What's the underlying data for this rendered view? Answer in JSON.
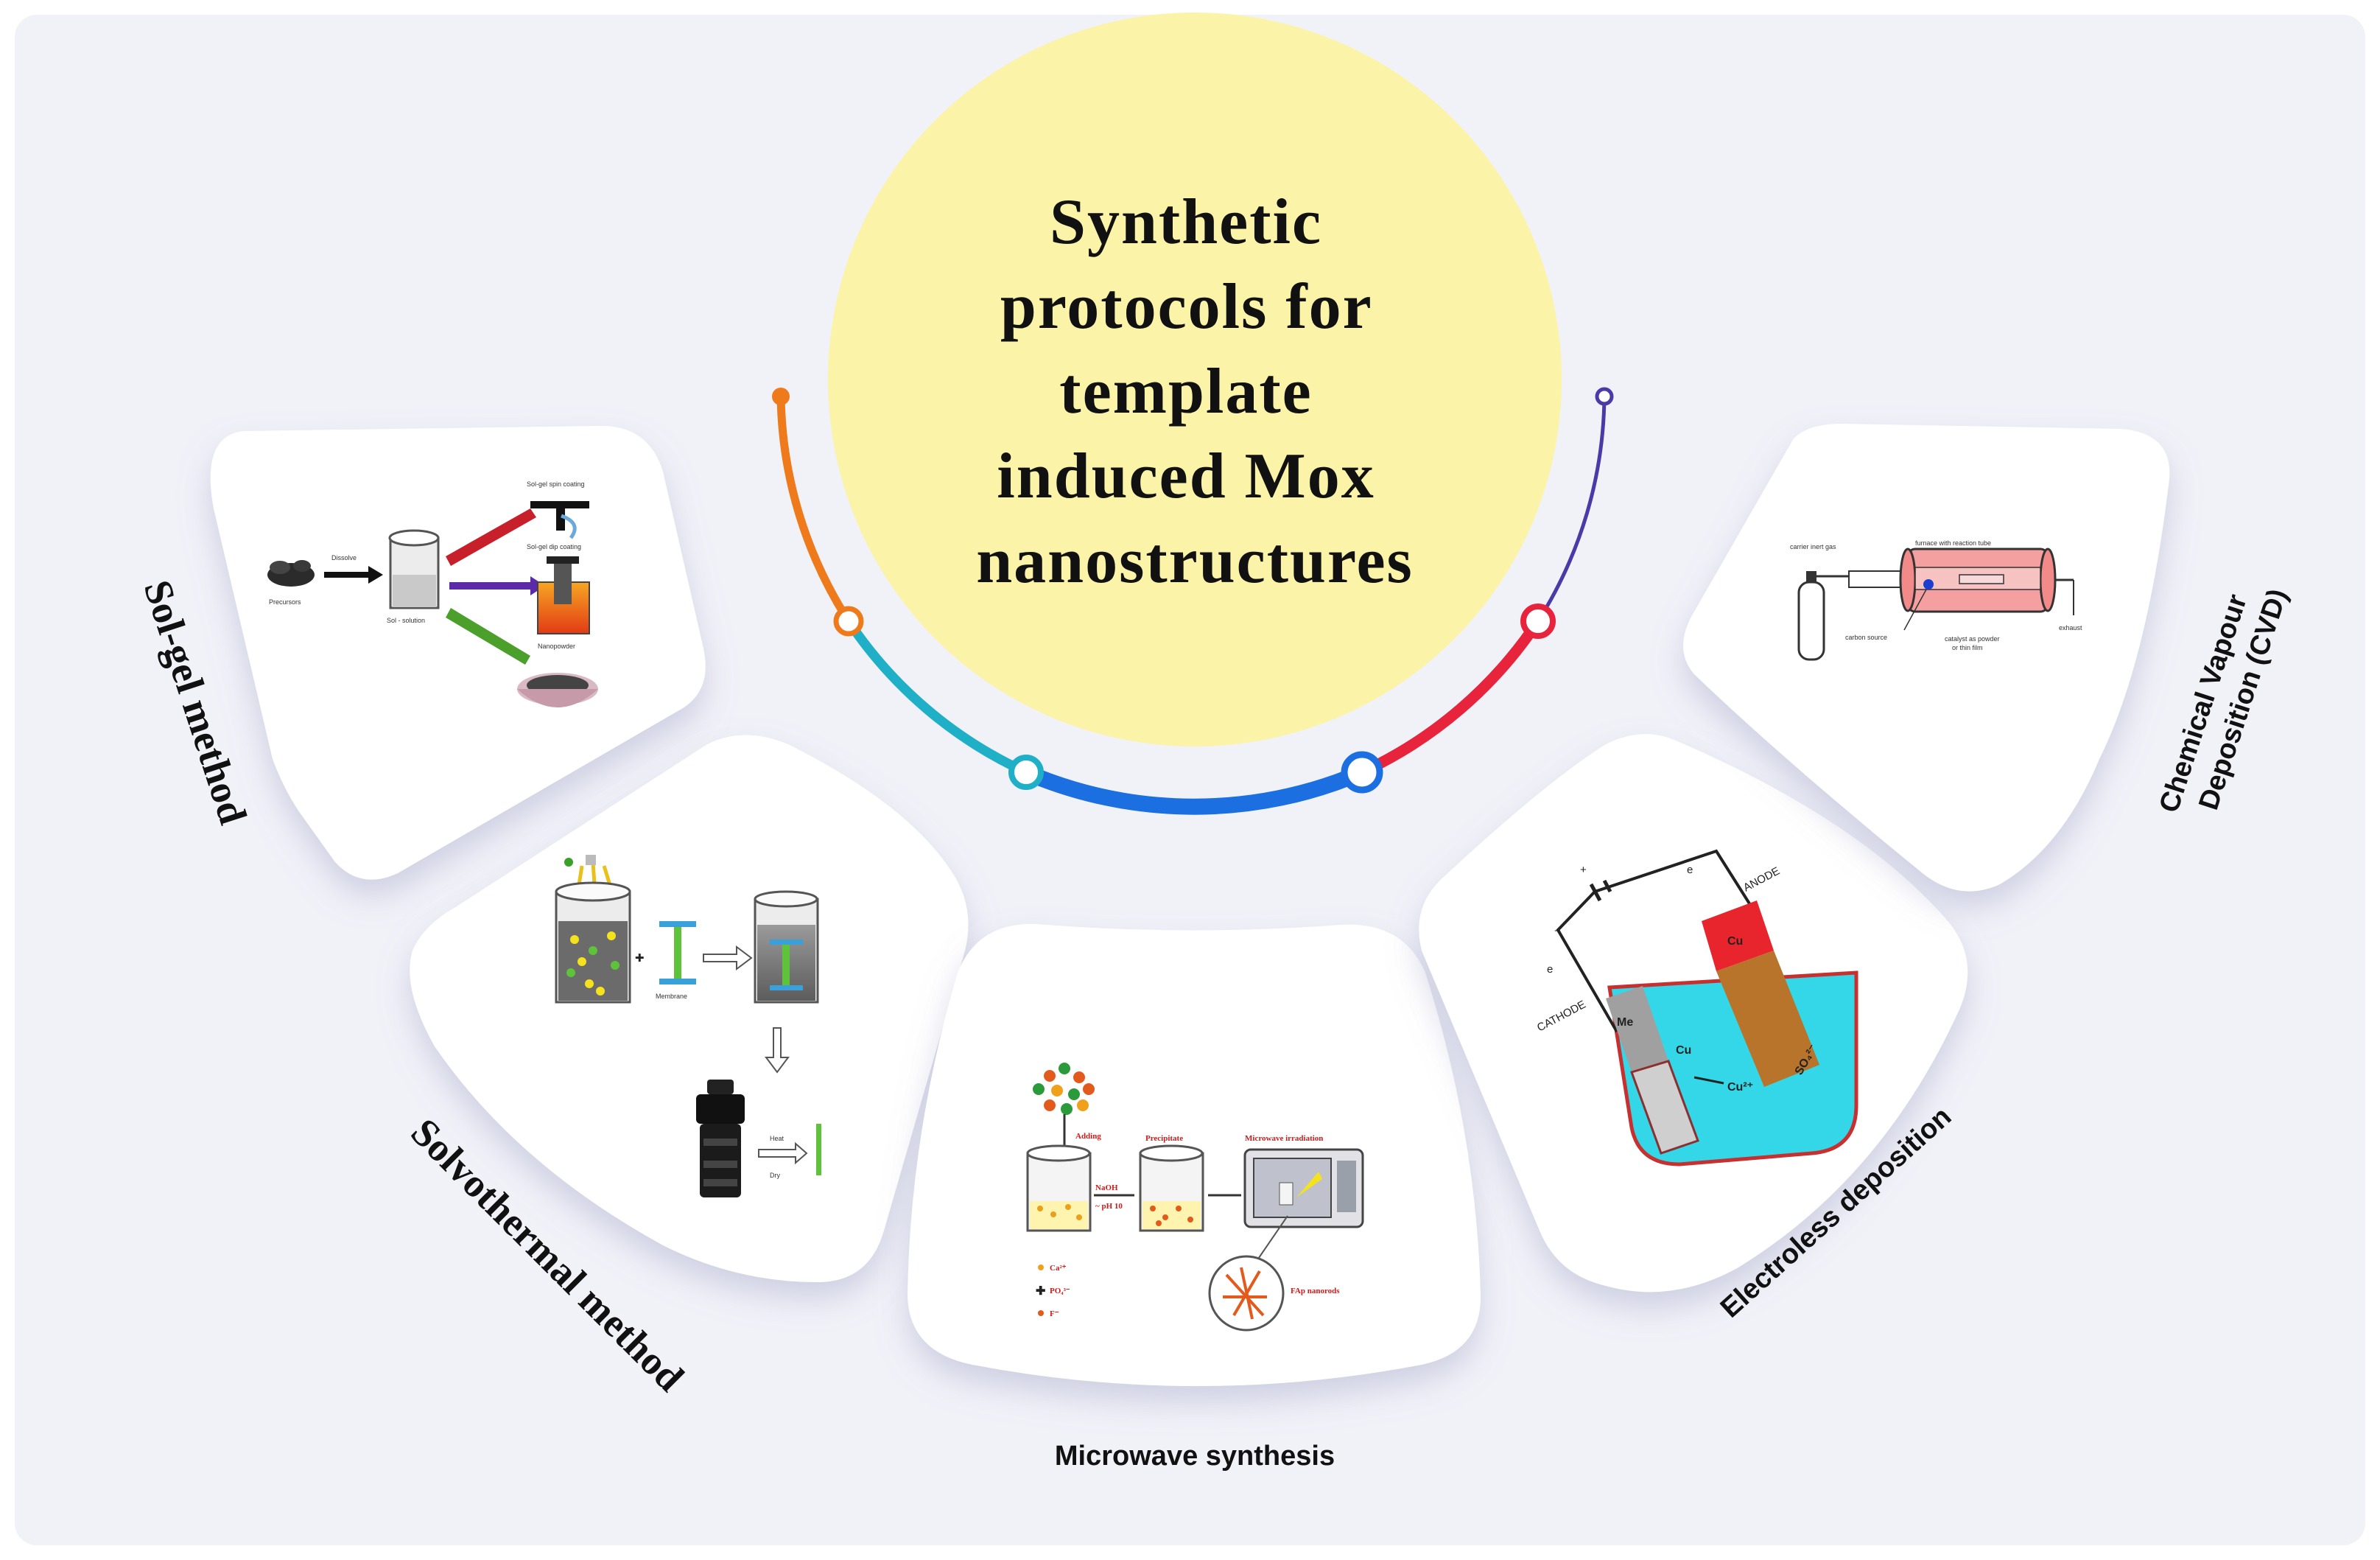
{
  "center": {
    "title_lines": [
      "Synthetic",
      "protocols for",
      "template",
      "induced Mox",
      "nanostructures"
    ]
  },
  "methods": {
    "sol_gel": {
      "caption": "Sol-gel method",
      "labels": [
        "Precursors",
        "Dissolve",
        "Sol - solution",
        "Sol-gel spin coating",
        "Sol-gel dip coating",
        "Nanopowder"
      ]
    },
    "solvothermal": {
      "caption": "Solvothermal method",
      "labels": [
        "Membrane",
        "Heat",
        "Dry"
      ]
    },
    "microwave": {
      "caption": "Microwave synthesis",
      "labels": [
        "Adding",
        "Precipitate",
        "Microwave irradiation",
        "NaOH",
        "~ pH 10",
        "Ca²⁺",
        "PO₄³⁻",
        "F⁻",
        "FAp nanorods"
      ]
    },
    "electroless": {
      "caption": "Electroless deposition",
      "labels": [
        "ANODE",
        "CATHODE",
        "Cu",
        "Me",
        "Cu",
        "Cu²⁺",
        "SO₄²⁻",
        "+",
        "−",
        "e",
        "e"
      ]
    },
    "cvd": {
      "caption_lines": [
        "Chemical Vapour",
        "Deposition (CVD)"
      ],
      "labels": [
        "carrier inert gas",
        "furnace with reaction tube",
        "carbon source",
        "catalyst as powder",
        "or thin film",
        "exhaust"
      ]
    }
  },
  "colors": {
    "center_circle": "#fbf3a8",
    "arc_orange": "#ee7a1b",
    "arc_teal": "#1fb0c8",
    "arc_blue": "#1c6fe0",
    "arc_red": "#e8243c",
    "arc_purple": "#4a3aa8",
    "panel_bg": "#ffffff",
    "stage_bg": "#f1f2f8"
  }
}
